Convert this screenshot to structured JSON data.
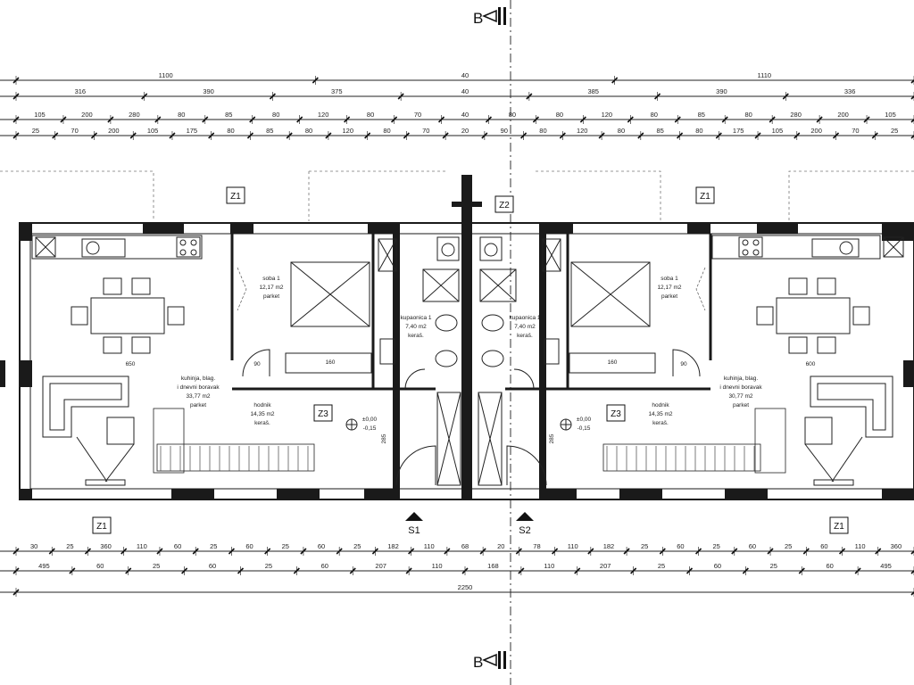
{
  "section_marks": {
    "top": "B",
    "bottom": "B"
  },
  "dims_top": {
    "row1": [
      "1100",
      "40",
      "1110"
    ],
    "row2": [
      "316",
      "390",
      "375",
      "40",
      "385",
      "390",
      "336"
    ],
    "row3": [
      "105",
      "200",
      "280",
      "80",
      "85",
      "80",
      "120",
      "80",
      "70",
      "40",
      "80",
      "80",
      "120",
      "80",
      "85",
      "80",
      "280",
      "200",
      "105"
    ],
    "row4": [
      "25",
      "70",
      "200",
      "105",
      "175",
      "80",
      "85",
      "80",
      "120",
      "80",
      "70",
      "20",
      "90",
      "80",
      "120",
      "80",
      "85",
      "80",
      "175",
      "105",
      "200",
      "70",
      "25"
    ]
  },
  "dims_bottom": {
    "row1": [
      "30",
      "25",
      "360",
      "110",
      "60",
      "25",
      "60",
      "25",
      "60",
      "25",
      "182",
      "110",
      "68",
      "20",
      "78",
      "110",
      "182",
      "25",
      "60",
      "25",
      "60",
      "25",
      "60",
      "110",
      "360"
    ],
    "row2": [
      "495",
      "60",
      "25",
      "60",
      "25",
      "60",
      "207",
      "110",
      "168",
      "110",
      "207",
      "25",
      "60",
      "25",
      "60",
      "495"
    ],
    "row3": [
      "2250"
    ]
  },
  "window_tags": {
    "z1": "Z1",
    "z2": "Z2",
    "z3": "Z3"
  },
  "entrances": {
    "s1": "S1",
    "s2": "S2"
  },
  "rooms": {
    "left_bedroom": {
      "name": "soba 1",
      "area": "12,17 m2",
      "floor": "parket"
    },
    "right_bedroom": {
      "name": "soba 1",
      "area": "12,17 m2",
      "floor": "parket"
    },
    "left_bathroom": {
      "name": "kupaonica 1",
      "area": "7,40 m2",
      "floor": "keraš."
    },
    "right_bathroom": {
      "name": "kupaonica 1",
      "area": "7,40 m2",
      "floor": "keraš."
    },
    "left_hall": {
      "name": "hodnik",
      "area": "14,35 m2",
      "floor": "keraš."
    },
    "right_hall": {
      "name": "hodnik",
      "area": "14,35 m2",
      "floor": "keraš."
    },
    "left_living": {
      "name": "kuhinja, blag.",
      "name2": "i dnevni boravak",
      "area": "33,77 m2",
      "floor": "parket"
    },
    "right_living": {
      "name": "kuhinja, blag.",
      "name2": "i dnevni boravak",
      "area": "30,77 m2",
      "floor": "parket"
    }
  },
  "inner_dims": {
    "left_650": "650",
    "right_600": "600",
    "left_90": "90",
    "right_90": "90",
    "left_160": "160",
    "right_160": "160",
    "left_285": "285",
    "right_285": "285"
  },
  "levels": {
    "left": "±0,00",
    "left_abs": "-0,15",
    "right": "±0,00",
    "right_abs": "-0,15"
  },
  "colors": {
    "line": "#222222",
    "wall": "#1a1a1a",
    "grey": "#666666"
  }
}
